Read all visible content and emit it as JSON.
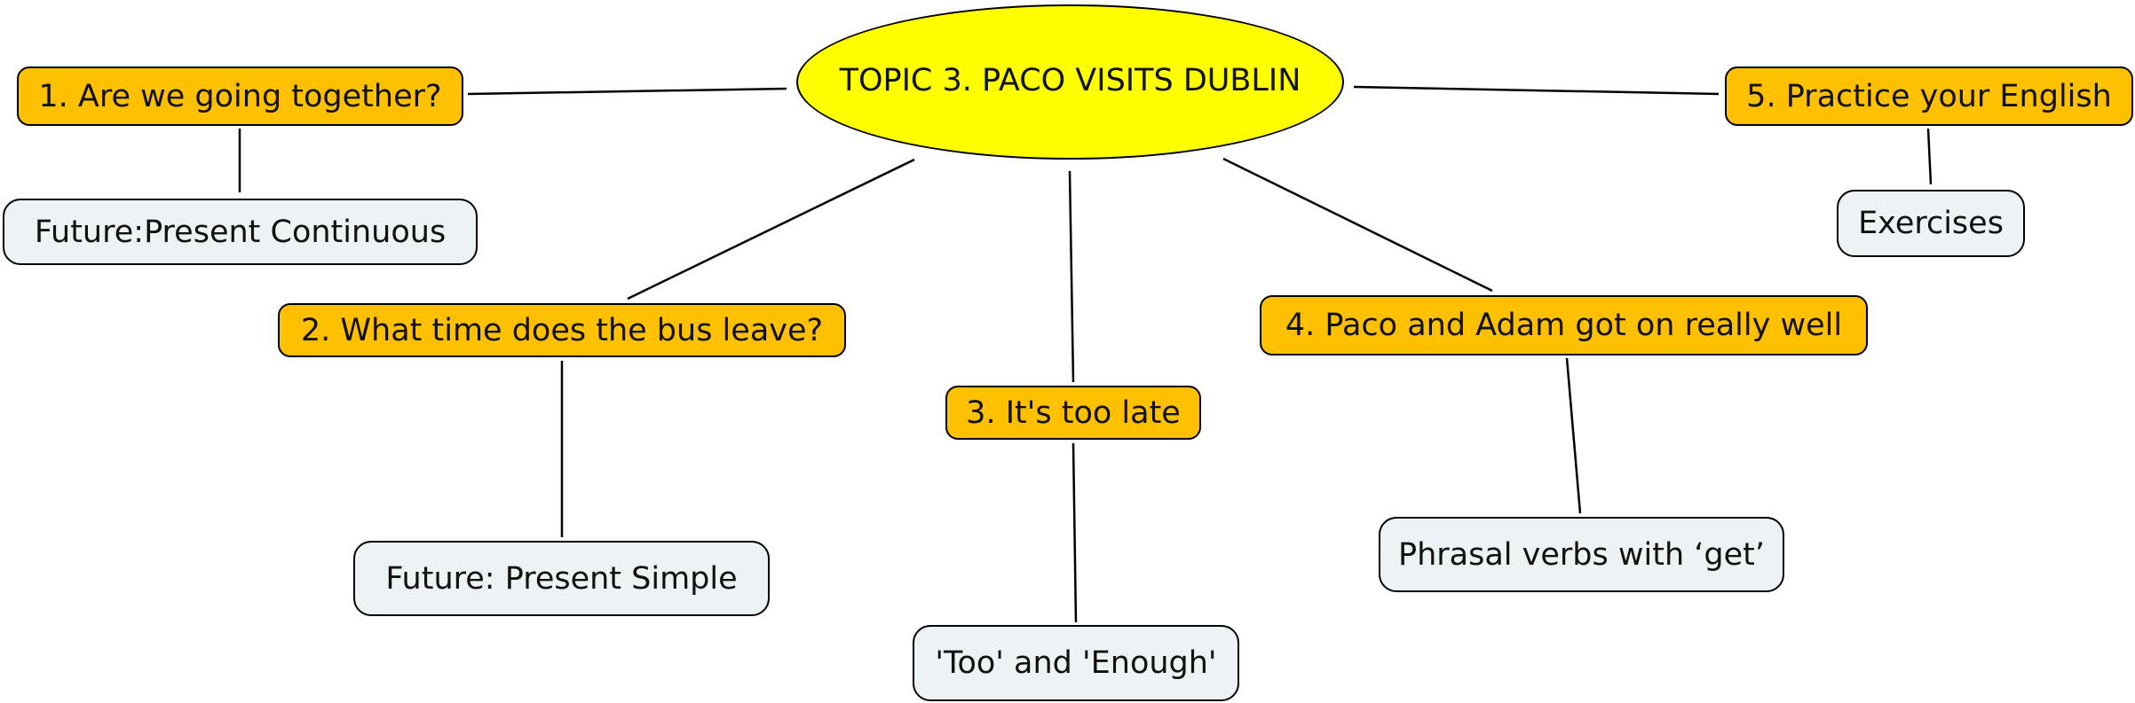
{
  "colors": {
    "central_fill": "#ffff00",
    "topic_fill": "#ffc000",
    "detail_fill": "#edf2f4",
    "line": "#000000"
  },
  "central": {
    "label": "TOPIC 3. PACO VISITS DUBLIN"
  },
  "topics": [
    {
      "label": "1. Are we going together?",
      "detail": "Future:Present Continuous"
    },
    {
      "label": "2. What time does the bus leave?",
      "detail": "Future: Present Simple"
    },
    {
      "label": "3. It's too late",
      "detail": "'Too' and 'Enough'"
    },
    {
      "label": "4. Paco and Adam got on really well",
      "detail": "Phrasal verbs with ‘get’"
    },
    {
      "label": "5. Practice your English",
      "detail": "Exercises"
    }
  ]
}
